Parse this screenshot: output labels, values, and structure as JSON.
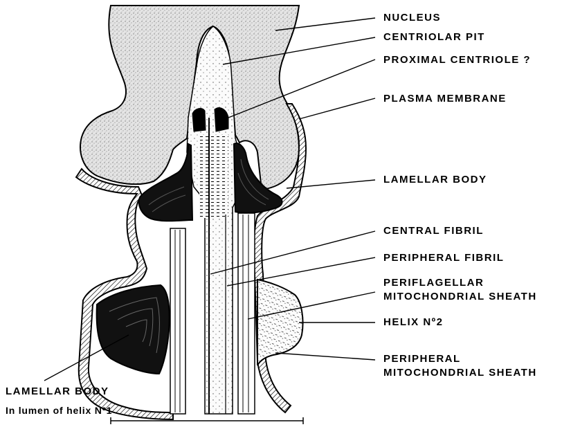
{
  "labels": {
    "nucleus": "NUCLEUS",
    "centriolar_pit": "CENTRIOLAR  PIT",
    "proximal_centriole": "PROXIMAL  CENTRIOLE ?",
    "plasma_membrane": "PLASMA  MEMBRANE",
    "lamellar_body": "LAMELLAR  BODY",
    "central_fibril": "CENTRAL  FIBRIL",
    "peripheral_fibril": "PERIPHERAL  FIBRIL",
    "periflagellar_line1": "PERIFLAGELLAR",
    "periflagellar_line2": "MITOCHONDRIAL  SHEATH",
    "helix_no2": "HELIX  Nº2",
    "peripheral_sheath_line1": "PERIPHERAL",
    "peripheral_sheath_line2": "MITOCHONDRIAL  SHEATH",
    "lamellar_body_lower": "LAMELLAR  BODY",
    "lamellar_body_lower_sub": "In lumen of helix Nº1"
  },
  "colors": {
    "ink": "#000000",
    "nucleus_fill": "#d9d9d9",
    "pit_fill": "#f1f1f1",
    "paper": "#ffffff"
  }
}
